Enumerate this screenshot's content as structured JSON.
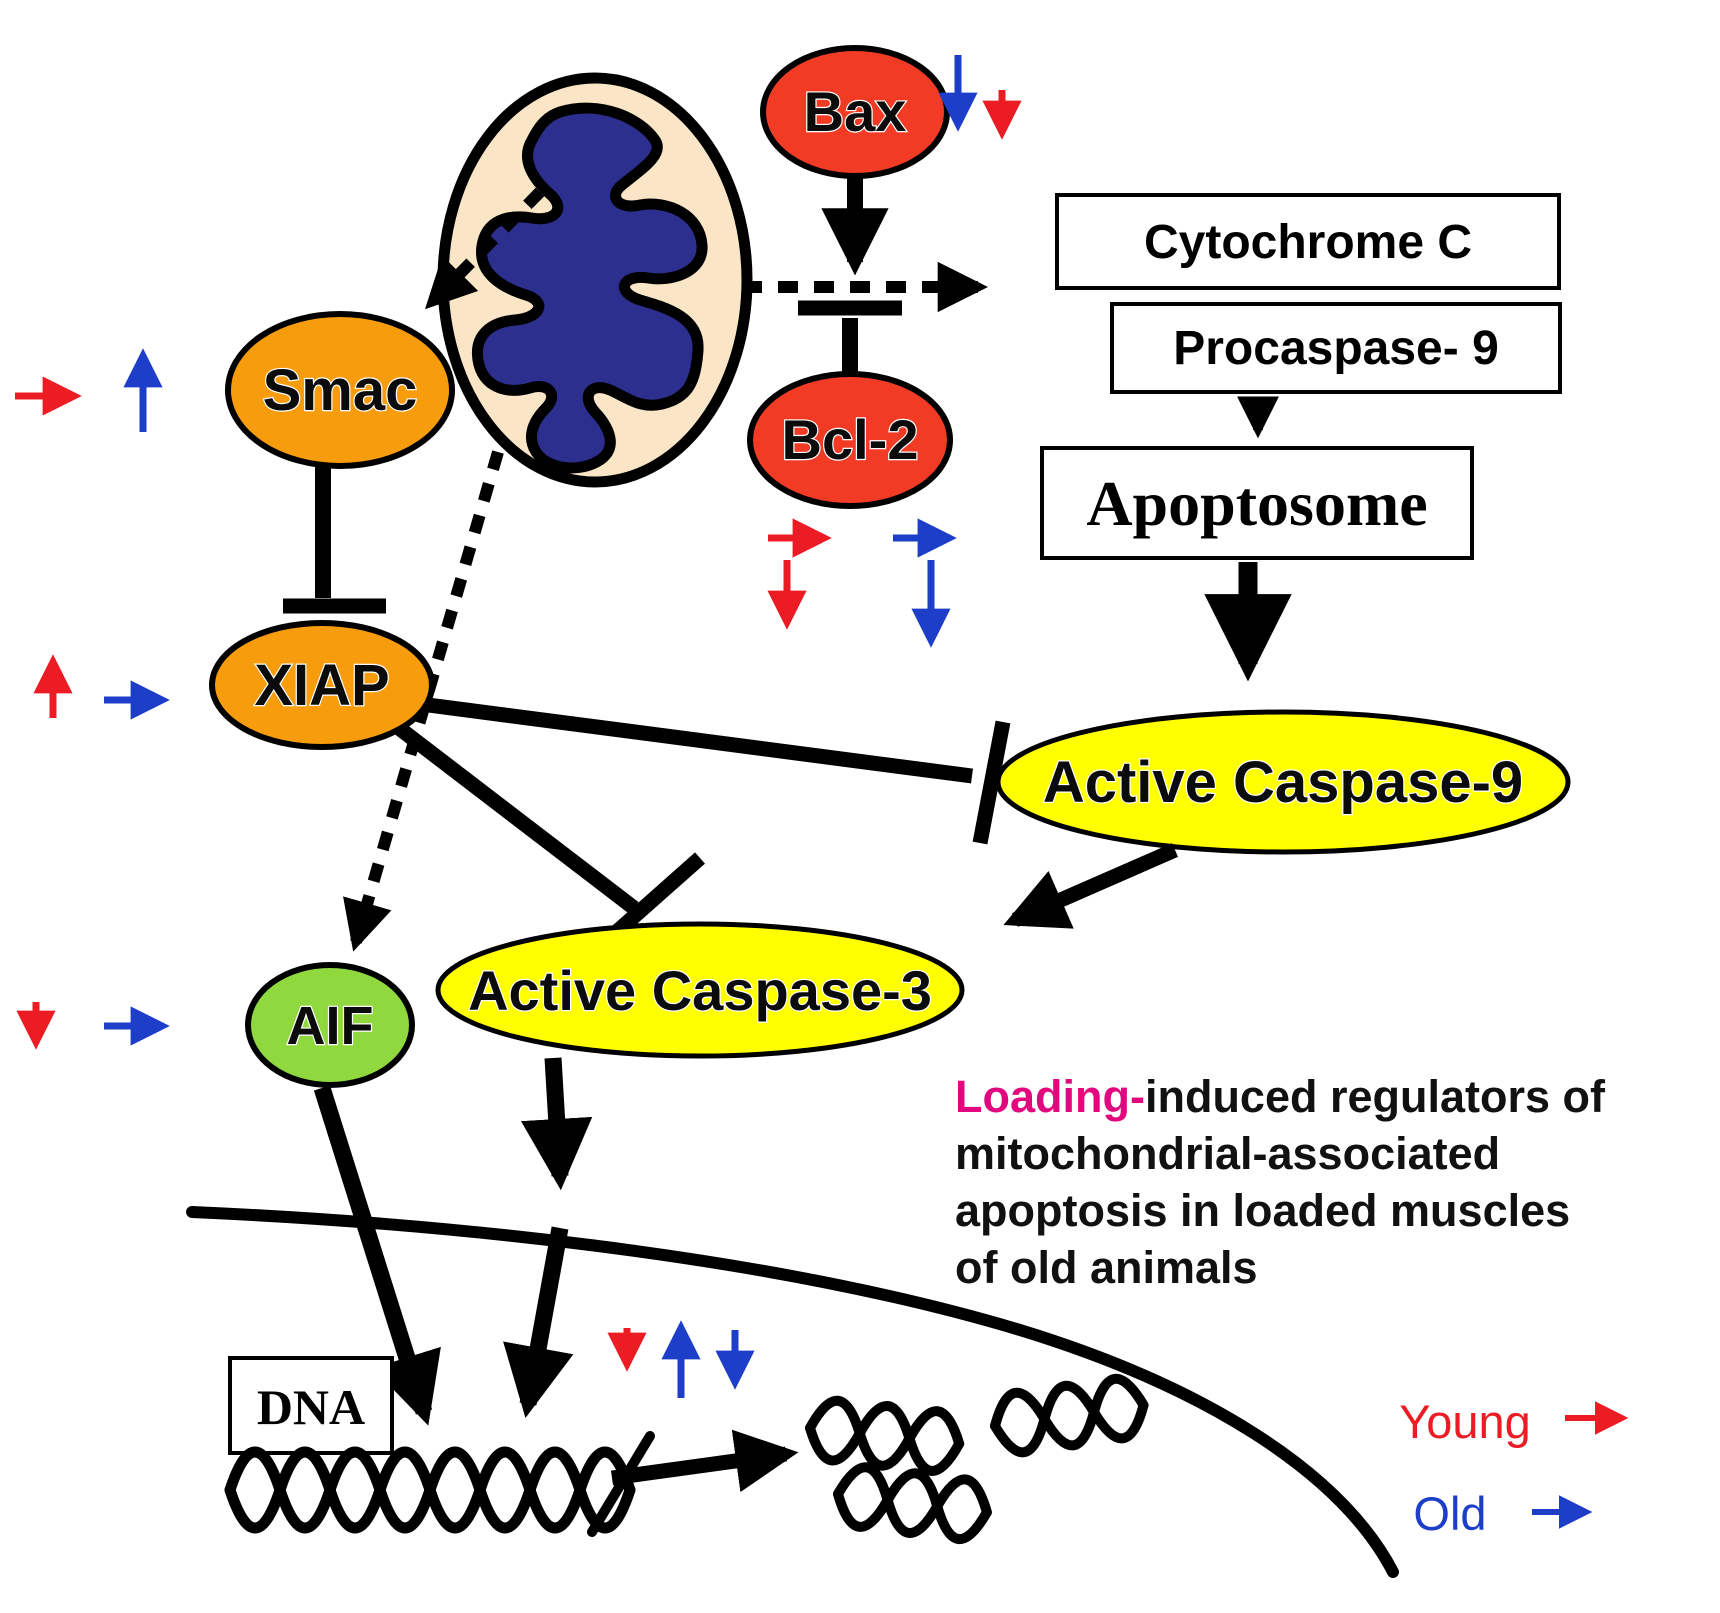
{
  "diagram": {
    "nodes": {
      "bax": {
        "label": "Bax",
        "fill": "#F23B25"
      },
      "bcl2": {
        "label": "Bcl-2",
        "fill": "#F23B25"
      },
      "smac": {
        "label": "Smac",
        "fill": "#F79C0C"
      },
      "xiap": {
        "label": "XIAP",
        "fill": "#F79C0C"
      },
      "cytochrome_c": {
        "label": "Cytochrome C",
        "fill": "#FFFFFF"
      },
      "procaspase9": {
        "label": "Procaspase- 9",
        "fill": "#FFFFFF"
      },
      "apoptosome": {
        "label": "Apoptosome",
        "fill": "#FFFFFF"
      },
      "active_caspase9": {
        "label": "Active Caspase-9",
        "fill": "#FFFF00"
      },
      "active_caspase3": {
        "label": "Active Caspase-3",
        "fill": "#FFFF00"
      },
      "aif": {
        "label": "AIF",
        "fill": "#8FD83E"
      },
      "dna": {
        "label": "DNA",
        "fill": "#FFFFFF"
      }
    },
    "mitochondrion": {
      "outer_fill": "#FAE6C6",
      "matrix_fill": "#2D2F8E"
    },
    "annotation": {
      "highlight": "Loading-",
      "line1_rest": "induced regulators of",
      "line2": "mitochondrial-associated",
      "line3": "apoptosis in loaded muscles",
      "line4": "of old animals",
      "highlight_color": "#E2067F"
    },
    "legend": {
      "young": {
        "label": "Young",
        "color": "#EC1C24"
      },
      "old": {
        "label": "Old",
        "color": "#1C3EC8"
      }
    },
    "colors": {
      "young_arrow": "#EC1C24",
      "old_arrow": "#1C3EC8",
      "line": "#000000"
    }
  }
}
